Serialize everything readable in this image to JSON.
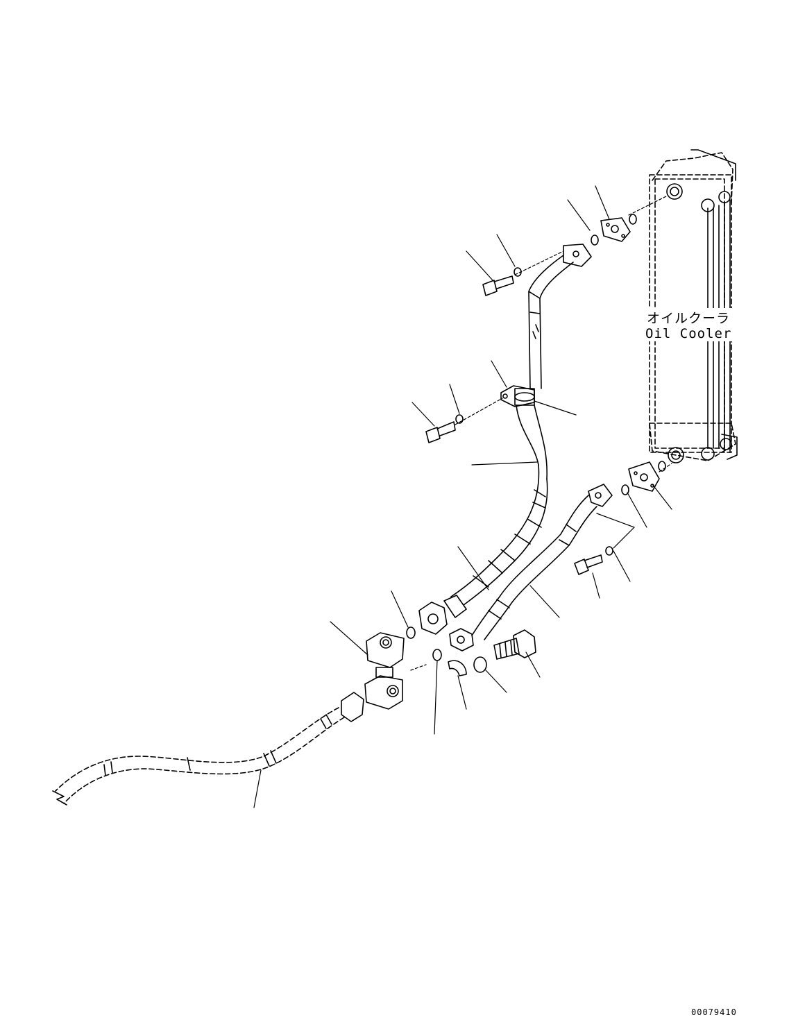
{
  "component_label": {
    "japanese": "オイルクーラ",
    "english": "Oil Cooler"
  },
  "drawing_id": "00079410",
  "colors": {
    "line": "#000000",
    "background": "#ffffff"
  },
  "icons": [
    "oil-cooler-icon",
    "hose-icon",
    "bolt-icon",
    "o-ring-icon",
    "flange-icon",
    "washer-icon",
    "clamp-icon",
    "block-icon"
  ]
}
